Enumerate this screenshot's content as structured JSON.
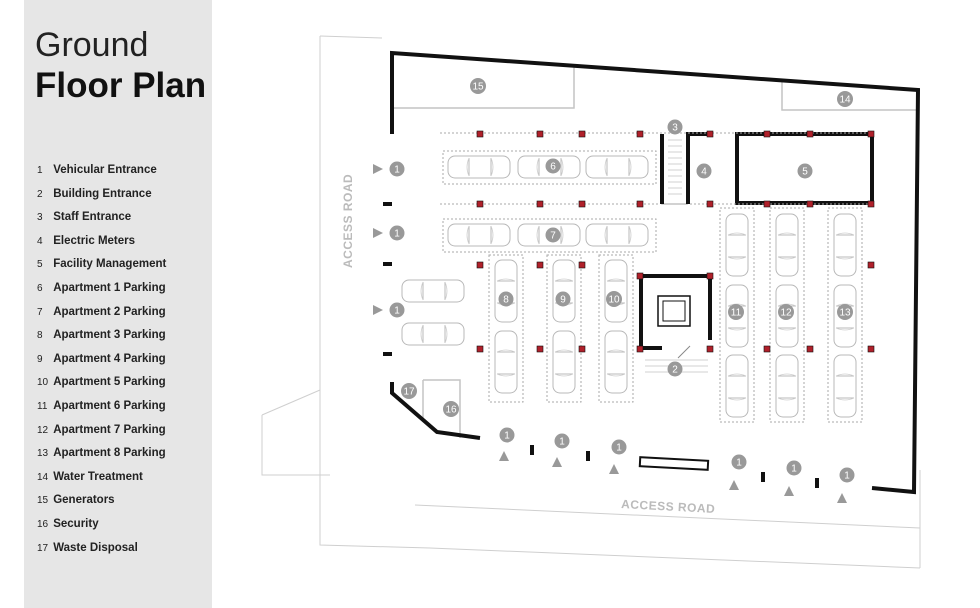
{
  "title": {
    "line1": "Ground",
    "line2": "Floor Plan"
  },
  "legend": [
    {
      "num": "1",
      "label": "Vehicular Entrance"
    },
    {
      "num": "2",
      "label": "Building Entrance"
    },
    {
      "num": "3",
      "label": "Staff Entrance"
    },
    {
      "num": "4",
      "label": "Electric Meters"
    },
    {
      "num": "5",
      "label": "Facility Management"
    },
    {
      "num": "6",
      "label": "Apartment 1 Parking"
    },
    {
      "num": "7",
      "label": "Apartment 2 Parking"
    },
    {
      "num": "8",
      "label": "Apartment 3 Parking"
    },
    {
      "num": "9",
      "label": "Apartment 4 Parking"
    },
    {
      "num": "10",
      "label": "Apartment 5 Parking"
    },
    {
      "num": "11",
      "label": "Apartment 6 Parking"
    },
    {
      "num": "12",
      "label": "Apartment 7 Parking"
    },
    {
      "num": "13",
      "label": "Apartment 8 Parking"
    },
    {
      "num": "14",
      "label": "Water Treatment"
    },
    {
      "num": "15",
      "label": "Generators"
    },
    {
      "num": "16",
      "label": "Security"
    },
    {
      "num": "17",
      "label": "Waste Disposal"
    }
  ],
  "roads": {
    "west": "ACCESS ROAD",
    "south": "ACCESS ROAD"
  },
  "plan_markers": [
    "1",
    "1",
    "1",
    "1",
    "1",
    "1",
    "1",
    "1",
    "1",
    "2",
    "3",
    "4",
    "5",
    "6",
    "7",
    "8",
    "9",
    "10",
    "11",
    "12",
    "13",
    "14",
    "15",
    "16",
    "17"
  ],
  "colors": {
    "sidebar": "#e6e6e6",
    "marker": "#999999",
    "wall": "#111111",
    "column": "#b0202a",
    "road_text": "#bbbbbb"
  }
}
